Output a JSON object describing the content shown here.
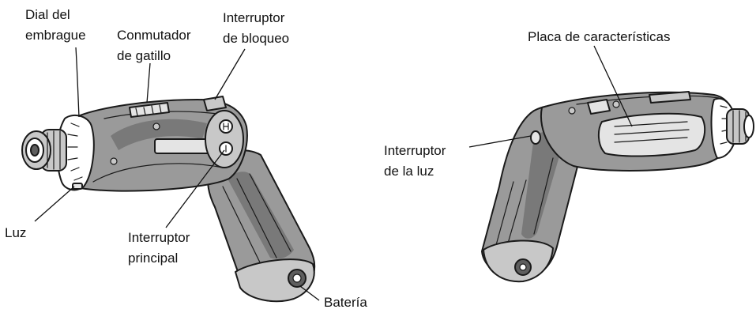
{
  "labels": {
    "clutch_dial": [
      "Dial del",
      "embrague"
    ],
    "trigger_switch": [
      "Conmutador",
      "de gatillo"
    ],
    "lock_switch": [
      "Interruptor",
      "de bloqueo"
    ],
    "light": [
      "Luz"
    ],
    "main_switch": [
      "Interruptor",
      "principal"
    ],
    "battery": [
      "Batería"
    ],
    "nameplate": [
      "Placa de características"
    ],
    "light_switch": [
      "Interruptor",
      "de la luz"
    ]
  }
}
